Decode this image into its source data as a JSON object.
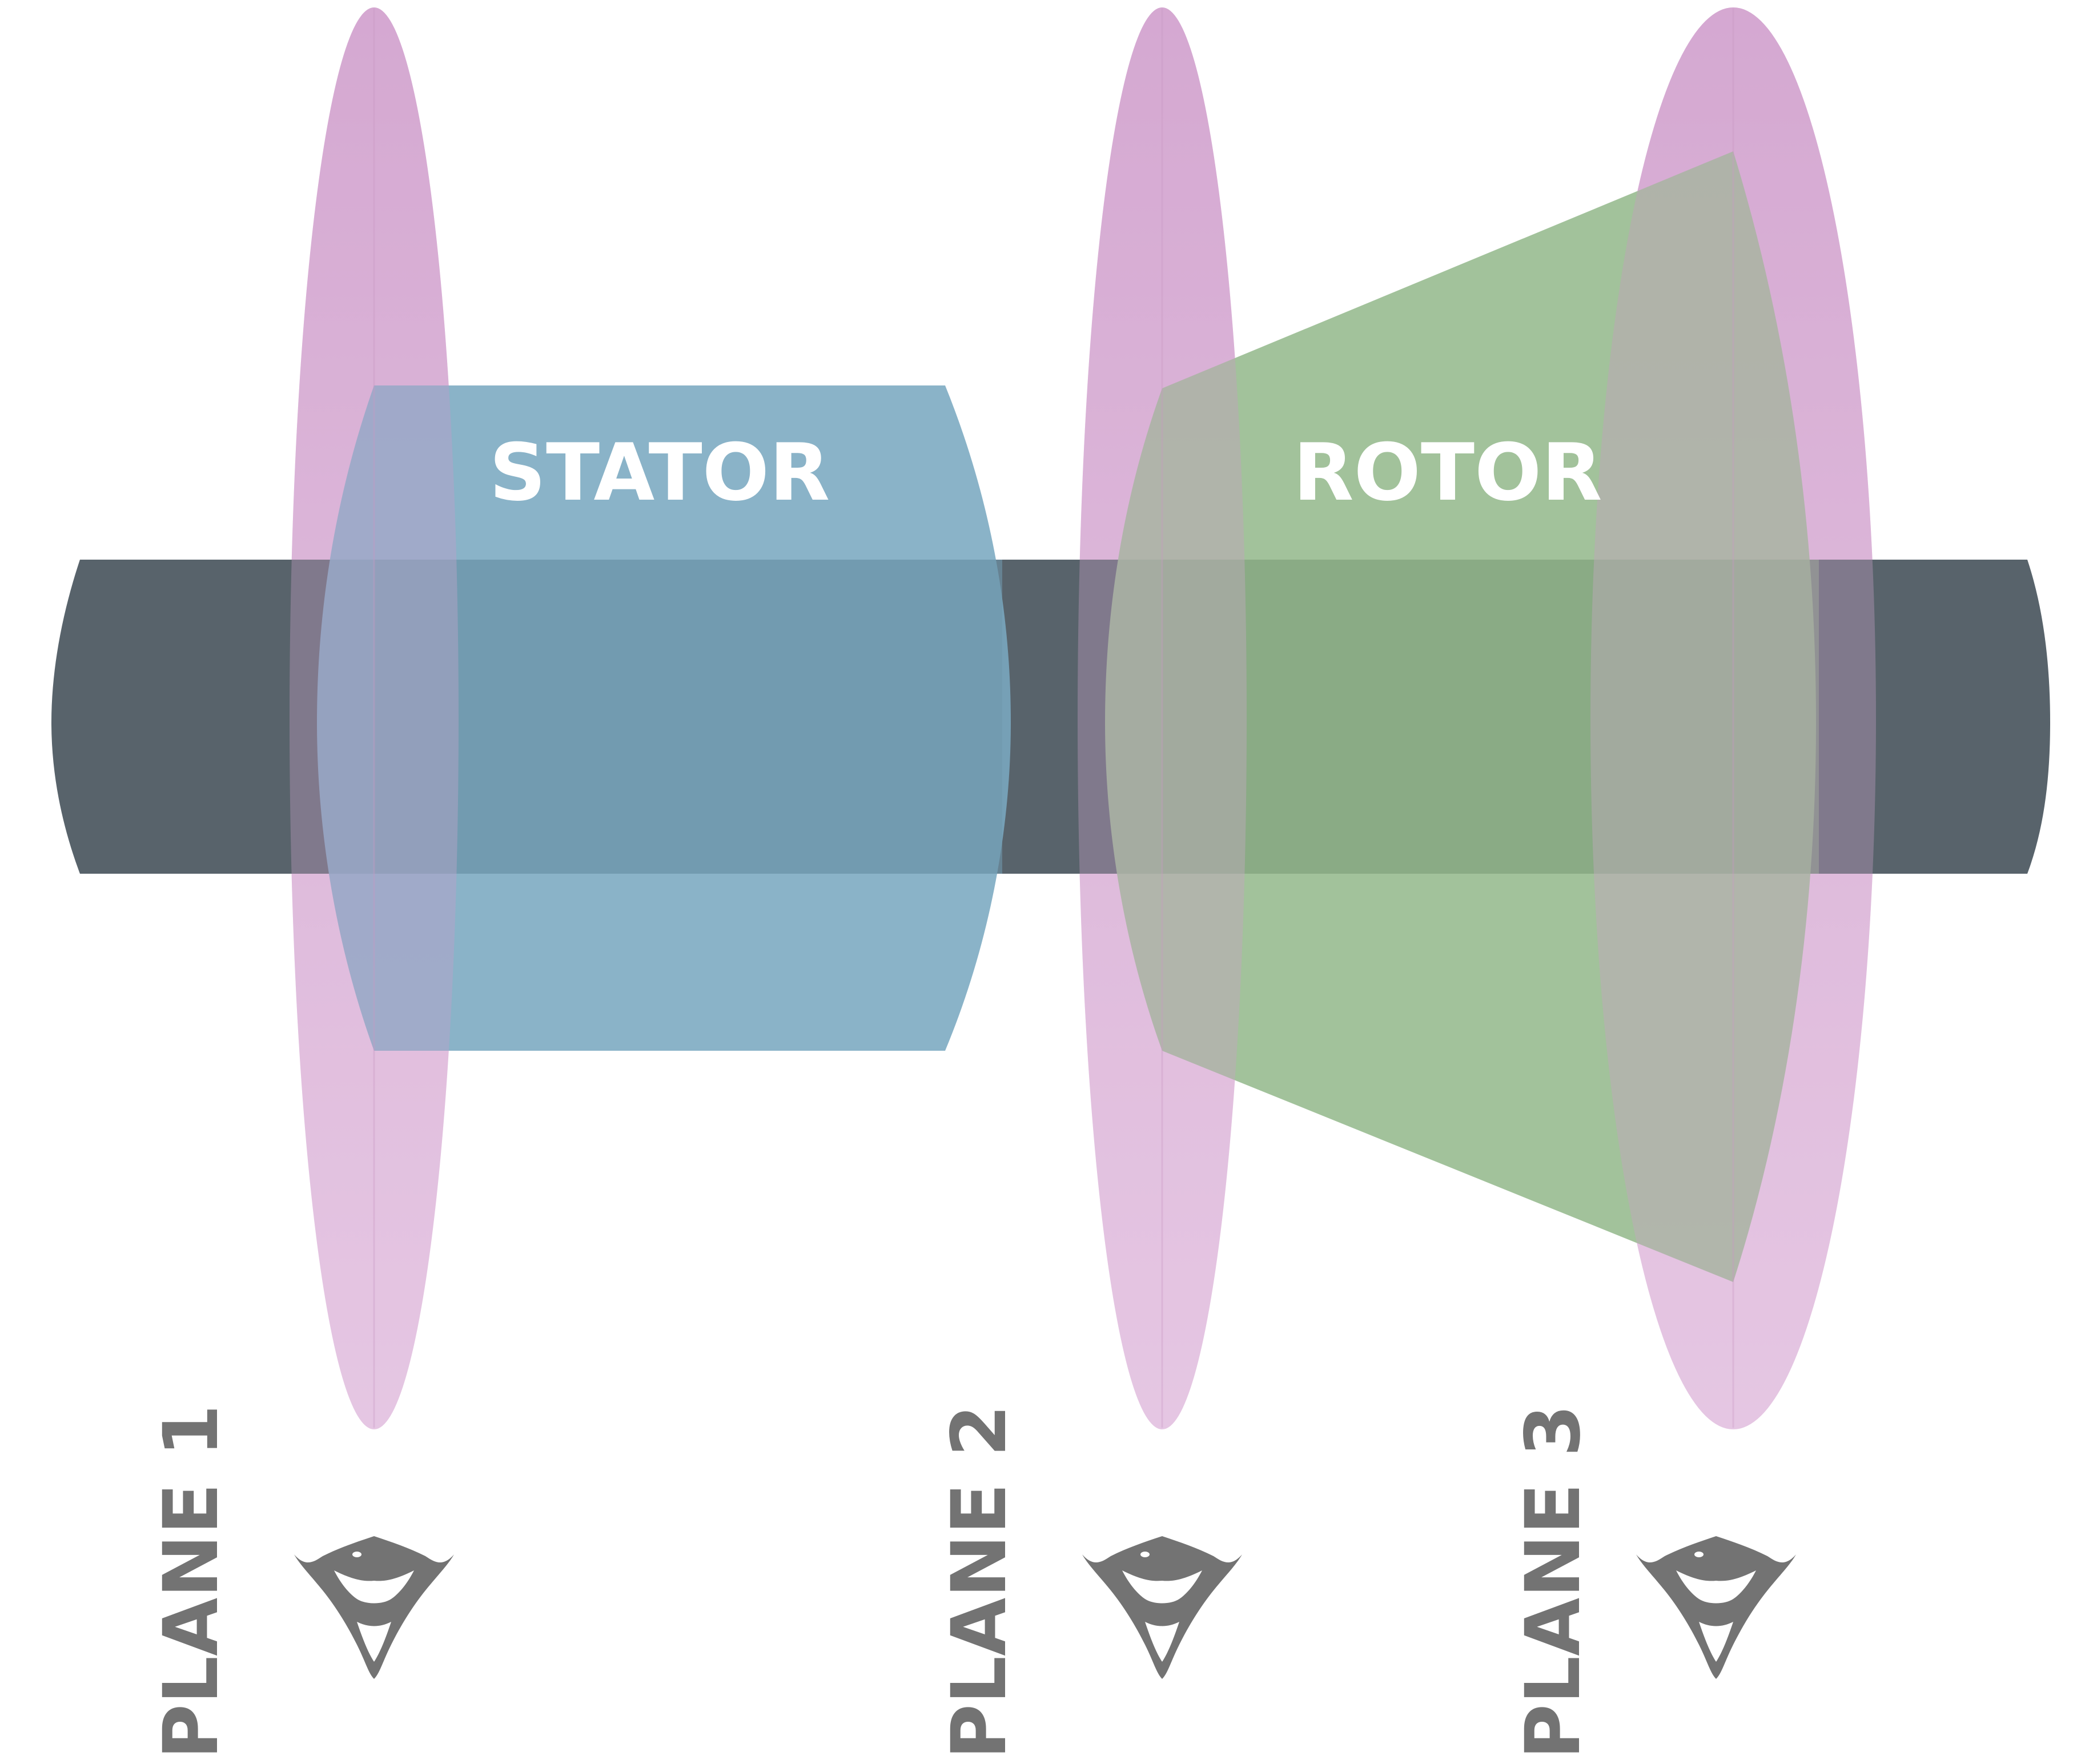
{
  "components": {
    "stator": {
      "label": "STATOR",
      "color": "#7aa9c0"
    },
    "rotor": {
      "label": "ROTOR",
      "color": "#95b98d"
    },
    "shaft": {
      "color": "#58636b"
    }
  },
  "planes": [
    {
      "label": "PLANE 1",
      "icon": "eye-icon",
      "color": "#d7a9d2"
    },
    {
      "label": "PLANE 2",
      "icon": "eye-icon",
      "color": "#d7a9d2"
    },
    {
      "label": "PLANE 3",
      "icon": "eye-icon",
      "color": "#d7a9d2"
    }
  ],
  "text_color": "#ffffff",
  "plane_label_color": "#737373"
}
